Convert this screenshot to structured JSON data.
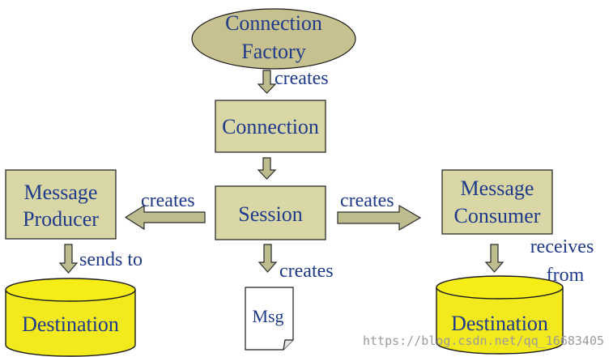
{
  "nodes": {
    "connection_factory": {
      "line1": "Connection",
      "line2": "Factory"
    },
    "connection": "Connection",
    "session": "Session",
    "message_producer": {
      "line1": "Message",
      "line2": "Producer"
    },
    "message_consumer": {
      "line1": "Message",
      "line2": "Consumer"
    },
    "destination_left": "Destination",
    "destination_right": "Destination",
    "msg": "Msg"
  },
  "edges": {
    "factory_to_connection": "creates",
    "session_to_producer": "creates",
    "session_to_consumer": "creates",
    "session_to_msg": "creates",
    "producer_to_destination": "sends to",
    "consumer_from_destination": {
      "line1": "receives",
      "line2": "from"
    }
  },
  "watermark": "https://blog.csdn.net/qq_16683405",
  "colors": {
    "box_fill": "#d9d7a6",
    "ellipse_fill": "#c6c18e",
    "cylinder_fill": "#f2ea1c",
    "label_text": "#1f3a8a"
  }
}
